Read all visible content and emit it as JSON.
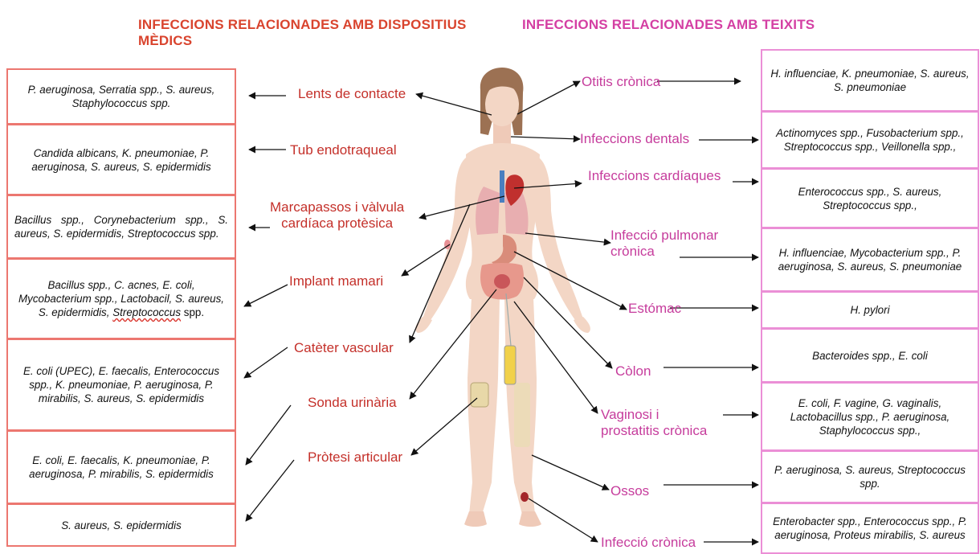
{
  "headings": {
    "devices_line1": "INFECCIONS RELACIONADES AMB DISPOSITIUS",
    "devices_line2": "MÈDICS",
    "tissues": "INFECCIONS RELACIONADES AMB TEIXITS"
  },
  "devices": [
    {
      "label": "Lents de contacte",
      "organisms": "P. aeruginosa, Serratia spp., S. aureus, Staphylococcus spp."
    },
    {
      "label": "Tub endotraqueal",
      "organisms": "Candida albicans, K. pneumoniae, P. aeruginosa, S. aureus, S. epidermidis"
    },
    {
      "label_line1": "Marcapassos i vàlvula",
      "label_line2": "cardíaca protèsica",
      "organisms": "Bacillus spp., Corynebacterium spp., S. aureus, S. epidermidis, Streptococcus spp."
    },
    {
      "label": "Implant mamari",
      "organisms_main": "Bacillus spp., C. acnes, E. coli, Mycobacterium spp., Lactobacil, S. aureus, S. epidermidis,",
      "organisms_tail_a": "Streptococcus",
      "organisms_tail_b": " spp."
    },
    {
      "label": "Catèter vascular",
      "organisms": "E. coli (UPEC), E. faecalis, Enterococcus spp., K. pneumoniae, P. aeruginosa, P. mirabilis, S. aureus, S. epidermidis"
    },
    {
      "label": "Sonda urinària",
      "organisms": "E. coli, E. faecalis, K. pneumoniae, P. aeruginosa, P. mirabilis, S. epidermidis"
    },
    {
      "label": "Pròtesi articular",
      "organisms": "S. aureus, S. epidermidis"
    }
  ],
  "tissues": [
    {
      "label": "Otitis crònica",
      "organisms": "H. influenciae, K. pneumoniae, S. aureus, S. pneumoniae"
    },
    {
      "label": "Infeccions dentals",
      "organisms": "Actinomyces spp., Fusobacterium spp., Streptococcus spp., Veillonella spp.,"
    },
    {
      "label": "Infeccions cardíaques",
      "organisms": "Enterococcus spp., S. aureus, Streptococcus spp.,"
    },
    {
      "label_line1": "Infecció pulmonar",
      "label_line2": "crònica",
      "organisms": "H. influenciae, Mycobacterium spp., P. aeruginosa, S. aureus, S. pneumoniae"
    },
    {
      "label": "Estómac",
      "organisms": "H. pylori"
    },
    {
      "label": "Còlon",
      "organisms": "Bacteroides spp., E. coli"
    },
    {
      "label_line1": "Vaginosi i",
      "label_line2": "prostatitis crònica",
      "organisms": "E. coli, F. vagine, G. vaginalis, Lactobacillus spp., P. aeruginosa, Staphylococcus spp.,"
    },
    {
      "label": "Ossos",
      "organisms": "P. aeruginosa, S. aureus, Streptococcus spp."
    },
    {
      "label": "Infecció crònica",
      "organisms": "Enterobacter spp., Enterococcus spp., P. aeruginosa, Proteus mirabilis, S. aureus"
    }
  ],
  "colors": {
    "device_accent": "#d9442e",
    "tissue_accent": "#d43fa3",
    "device_box_border": "#ec7770",
    "tissue_box_border": "#eb8fd6",
    "skin": "#f3d6c5"
  },
  "icons": [
    "female-body-illustration",
    "heart-icon",
    "lungs-icon",
    "stomach-icon",
    "intestine-icon",
    "bladder-icon",
    "knee-implant-icon",
    "urine-bag-icon",
    "leg-wound-icon"
  ]
}
